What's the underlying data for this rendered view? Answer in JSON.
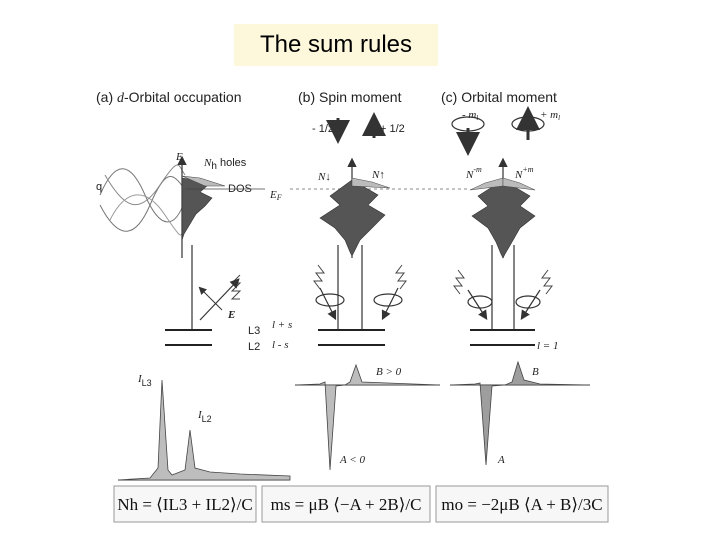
{
  "title": "The sum rules",
  "panels": {
    "a": {
      "label": "(a) d-Orbital occupation",
      "label_prefix": "(a) ",
      "label_italic": "d",
      "label_rest": "-Orbital occupation",
      "energy_axis": "E",
      "holes_label": "Nh holes",
      "holes_N": "N",
      "holes_sub": "h",
      "holes_rest": " holes",
      "dos_label": "DOS",
      "q_label": "q",
      "fermi": "EF",
      "fermi_E": "E",
      "fermi_sub": "F",
      "field_label": "E",
      "edge_L3": "L3",
      "edge_L2": "L2",
      "j_plus": "l + s",
      "j_minus": "l - s",
      "I_L3": "I",
      "I_L3_sub": "L3",
      "I_L2": "I",
      "I_L2_sub": "L2"
    },
    "b": {
      "label": "(b) Spin moment",
      "spin_minus": "- 1/2",
      "spin_plus": "+ 1/2",
      "N_down": "N↓",
      "N_up": "N↑",
      "B_label": "B > 0",
      "A_label": "A < 0"
    },
    "c": {
      "label": "(c) Orbital moment",
      "m_minus": "- m",
      "m_plus": "+ m",
      "m_sub": "l",
      "N_minus": "N",
      "N_minus_sup": "-m",
      "N_plus": "N",
      "N_plus_sup": "+m",
      "l_label": "l = 1",
      "B_label": "B",
      "A_label": "A"
    }
  },
  "equations": {
    "holes": "Nh = ⟨IL3 + IL2⟩/C",
    "spin": "ms = μB ⟨−A + 2B⟩/C",
    "orbital": "mo = −2μB ⟨A + B⟩/3C"
  },
  "colors": {
    "title_bg": "#fdf8dc",
    "dos_fill": "#555555",
    "spectrum_fill": "#bdbdbd",
    "line": "#333333"
  }
}
